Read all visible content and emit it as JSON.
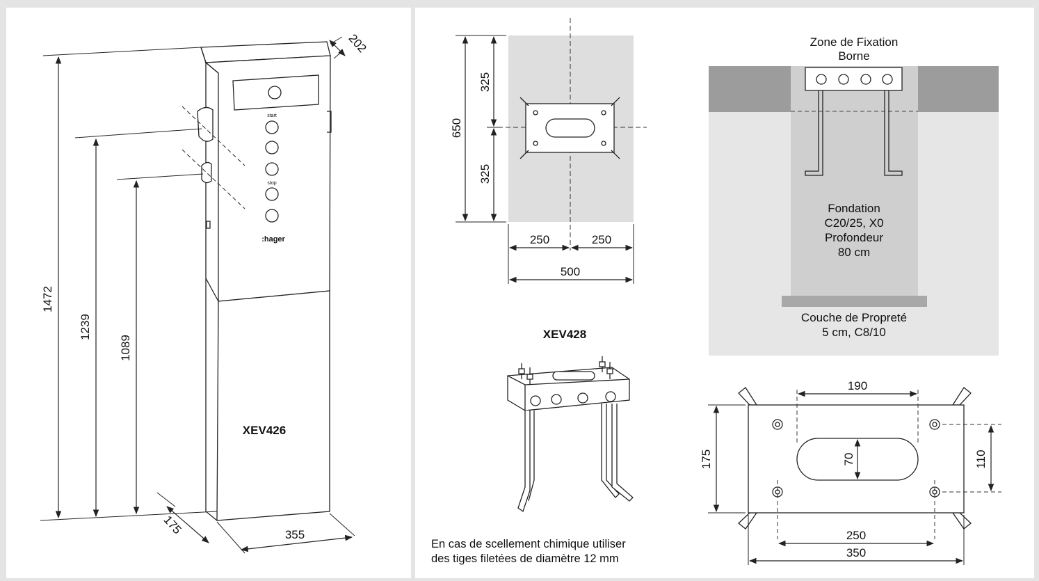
{
  "left": {
    "model": "XEV426",
    "brand": ":hager",
    "buttons": [
      "start",
      "stop"
    ],
    "dims": {
      "total_height": "1472",
      "socket_high": "1239",
      "socket_low": "1089",
      "depth_top": "202",
      "depth_base": "175",
      "width": "355"
    }
  },
  "plan": {
    "height": "650",
    "half_top": "325",
    "half_bottom": "325",
    "half_left": "250",
    "half_right": "250",
    "width": "500"
  },
  "section": {
    "zone_title_1": "Zone de Fixation",
    "zone_title_2": "Borne",
    "foundation": [
      "Fondation",
      "C20/25, X0",
      "Profondeur",
      "80 cm"
    ],
    "couche": [
      "Couche de Propreté",
      "5 cm, C8/10"
    ]
  },
  "kit": {
    "model": "XEV428"
  },
  "plate": {
    "w190": "190",
    "h175": "175",
    "h70": "70",
    "h110": "110",
    "w250": "250",
    "w350": "350"
  },
  "note": {
    "line1": "En cas de scellement chimique utiliser",
    "line2": "des tiges filetées de diamètre 12 mm"
  }
}
